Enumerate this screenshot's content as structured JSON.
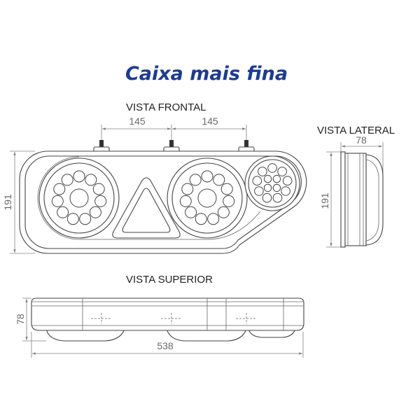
{
  "title": "Caixa mais fina",
  "front_view": {
    "label": "VISTA FRONTAL",
    "dim_spacing_left": "145",
    "dim_spacing_right": "145",
    "dim_height": "191"
  },
  "side_view": {
    "label": "VISTA LATERAL",
    "dim_depth": "78",
    "dim_height": "191"
  },
  "top_view": {
    "label": "VISTA SUPERIOR",
    "dim_depth": "78",
    "dim_width": "538"
  },
  "colors": {
    "title": "#1d3c8f",
    "drawing_line": "#444444",
    "dimension": "#808080"
  }
}
